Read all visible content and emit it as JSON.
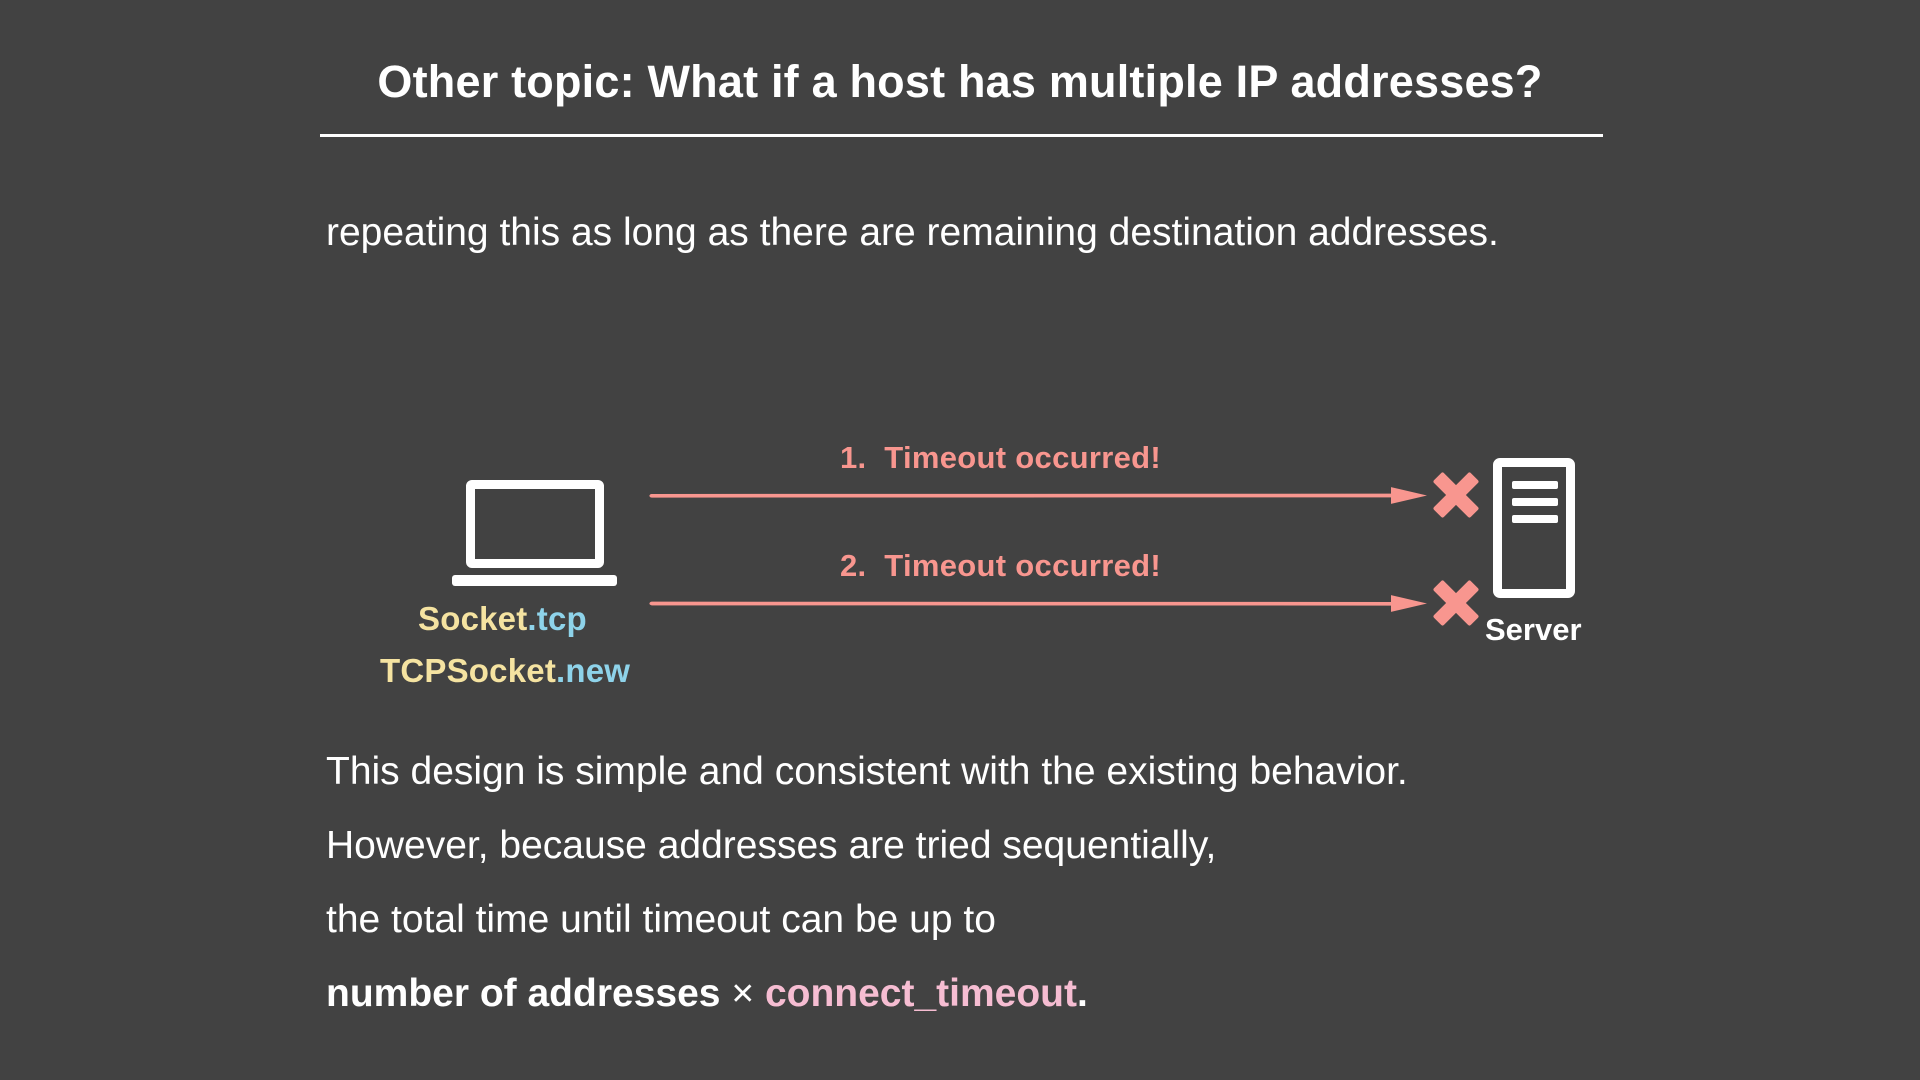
{
  "slide": {
    "background_color": "#424242",
    "title": "Other topic: What if a host has multiple IP addresses?"
  },
  "intro_paragraph": "repeating this as long as there are remaining destination addresses.",
  "diagram": {
    "client": {
      "icon": "laptop-icon",
      "labels": [
        {
          "method_class": "Socket",
          "method_name": ".tcp"
        },
        {
          "method_class": "TCPSocket",
          "method_name": ".new"
        }
      ]
    },
    "attempts": [
      {
        "index": "1.",
        "label": "Timeout occurred!",
        "result_icon": "x-mark-icon"
      },
      {
        "index": "2.",
        "label": "Timeout occurred!",
        "result_icon": "x-mark-icon"
      }
    ],
    "server": {
      "icon": "server-icon",
      "caption": "Server"
    },
    "colors": {
      "arrow": "#f8968f",
      "x_mark": "#f8968f",
      "class_token": "#f5e3a1",
      "method_token": "#8ed3ea"
    }
  },
  "conclusion": {
    "line1": "This design is simple and consistent with the existing behavior.",
    "line2": "However, because addresses are tried sequentially,",
    "line3": "the total time until timeout can be up to",
    "line4_bold": "number of addresses",
    "line4_operator": "×",
    "line4_code": "connect_timeout",
    "line4_period": "."
  }
}
